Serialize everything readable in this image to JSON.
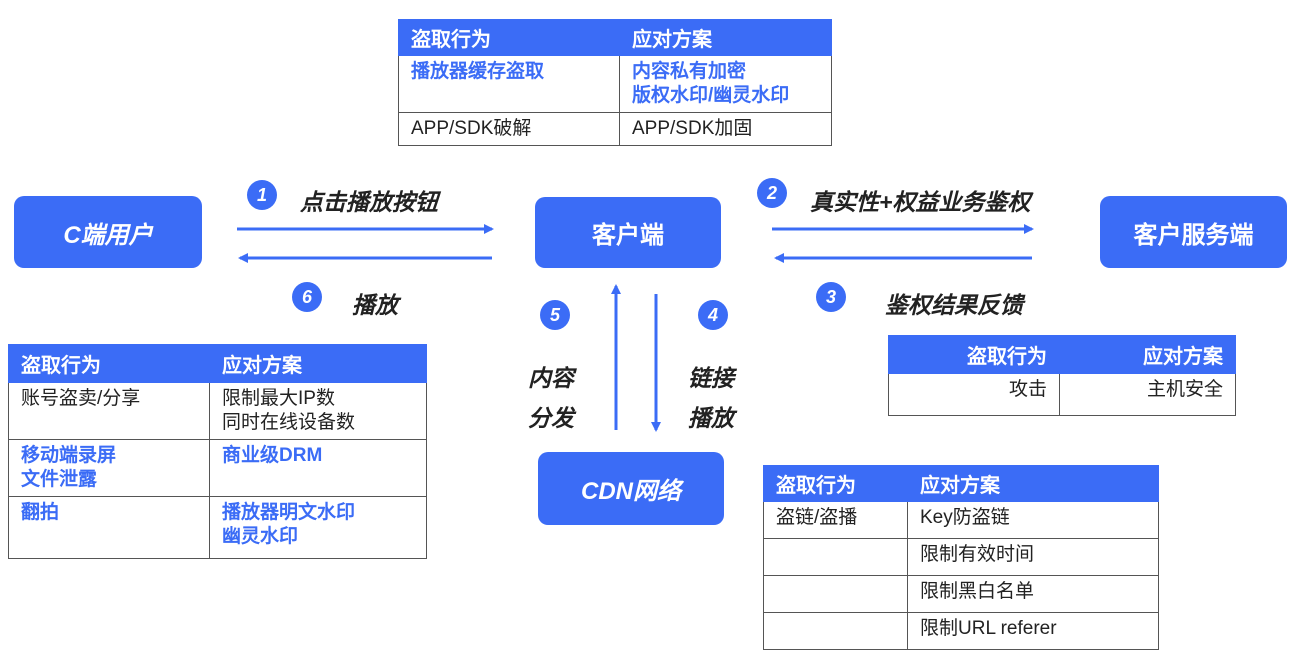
{
  "nodes": {
    "c_user": "C端用户",
    "client": "客户端",
    "client_server": "客户服务端",
    "cdn": "CDN网络"
  },
  "steps": [
    {
      "num": "1",
      "label": "点击播放按钮"
    },
    {
      "num": "2",
      "label": "真实性+权益业务鉴权"
    },
    {
      "num": "3",
      "label": "鉴权结果反馈"
    },
    {
      "num": "4",
      "label": "链接播放"
    },
    {
      "num": "5",
      "label": "内容分发"
    },
    {
      "num": "6",
      "label": "播放"
    }
  ],
  "step_lines": {
    "s4": [
      "链接",
      "播放"
    ],
    "s5": [
      "内容",
      "分发"
    ]
  },
  "tables": {
    "top": {
      "headers": [
        "盗取行为",
        "应对方案"
      ],
      "rows": [
        {
          "behavior": [
            "播放器缓存盗取"
          ],
          "solution": [
            "内容私有加密",
            "版权水印/幽灵水印"
          ],
          "highlight": true
        },
        {
          "behavior": [
            "APP/SDK破解"
          ],
          "solution": [
            "APP/SDK加固"
          ],
          "highlight": false
        }
      ]
    },
    "left": {
      "headers": [
        "盗取行为",
        "应对方案"
      ],
      "rows": [
        {
          "behavior": [
            "账号盗卖/分享"
          ],
          "solution": [
            "限制最大IP数",
            "同时在线设备数"
          ],
          "highlight": false
        },
        {
          "behavior": [
            "移动端录屏",
            "文件泄露"
          ],
          "solution": [
            "商业级DRM"
          ],
          "highlight": true
        },
        {
          "behavior": [
            "翻拍"
          ],
          "solution": [
            "播放器明文水印",
            "幽灵水印"
          ],
          "highlight": true
        }
      ]
    },
    "right": {
      "headers": [
        "盗取行为",
        "应对方案"
      ],
      "rows": [
        {
          "behavior": [
            "攻击"
          ],
          "solution": [
            "主机安全"
          ],
          "highlight": false
        }
      ]
    },
    "cdn": {
      "headers": [
        "盗取行为",
        "应对方案"
      ],
      "rows": [
        {
          "behavior": [
            "盗链/盗播"
          ],
          "solution": [
            "Key防盗链"
          ]
        },
        {
          "behavior": [
            ""
          ],
          "solution": [
            "限制有效时间"
          ]
        },
        {
          "behavior": [
            ""
          ],
          "solution": [
            "限制黑白名单"
          ]
        },
        {
          "behavior": [
            ""
          ],
          "solution": [
            "限制URL referer"
          ]
        }
      ]
    }
  },
  "colors": {
    "accent": "#3b6cf6",
    "text": "#222222",
    "border": "#555555"
  }
}
